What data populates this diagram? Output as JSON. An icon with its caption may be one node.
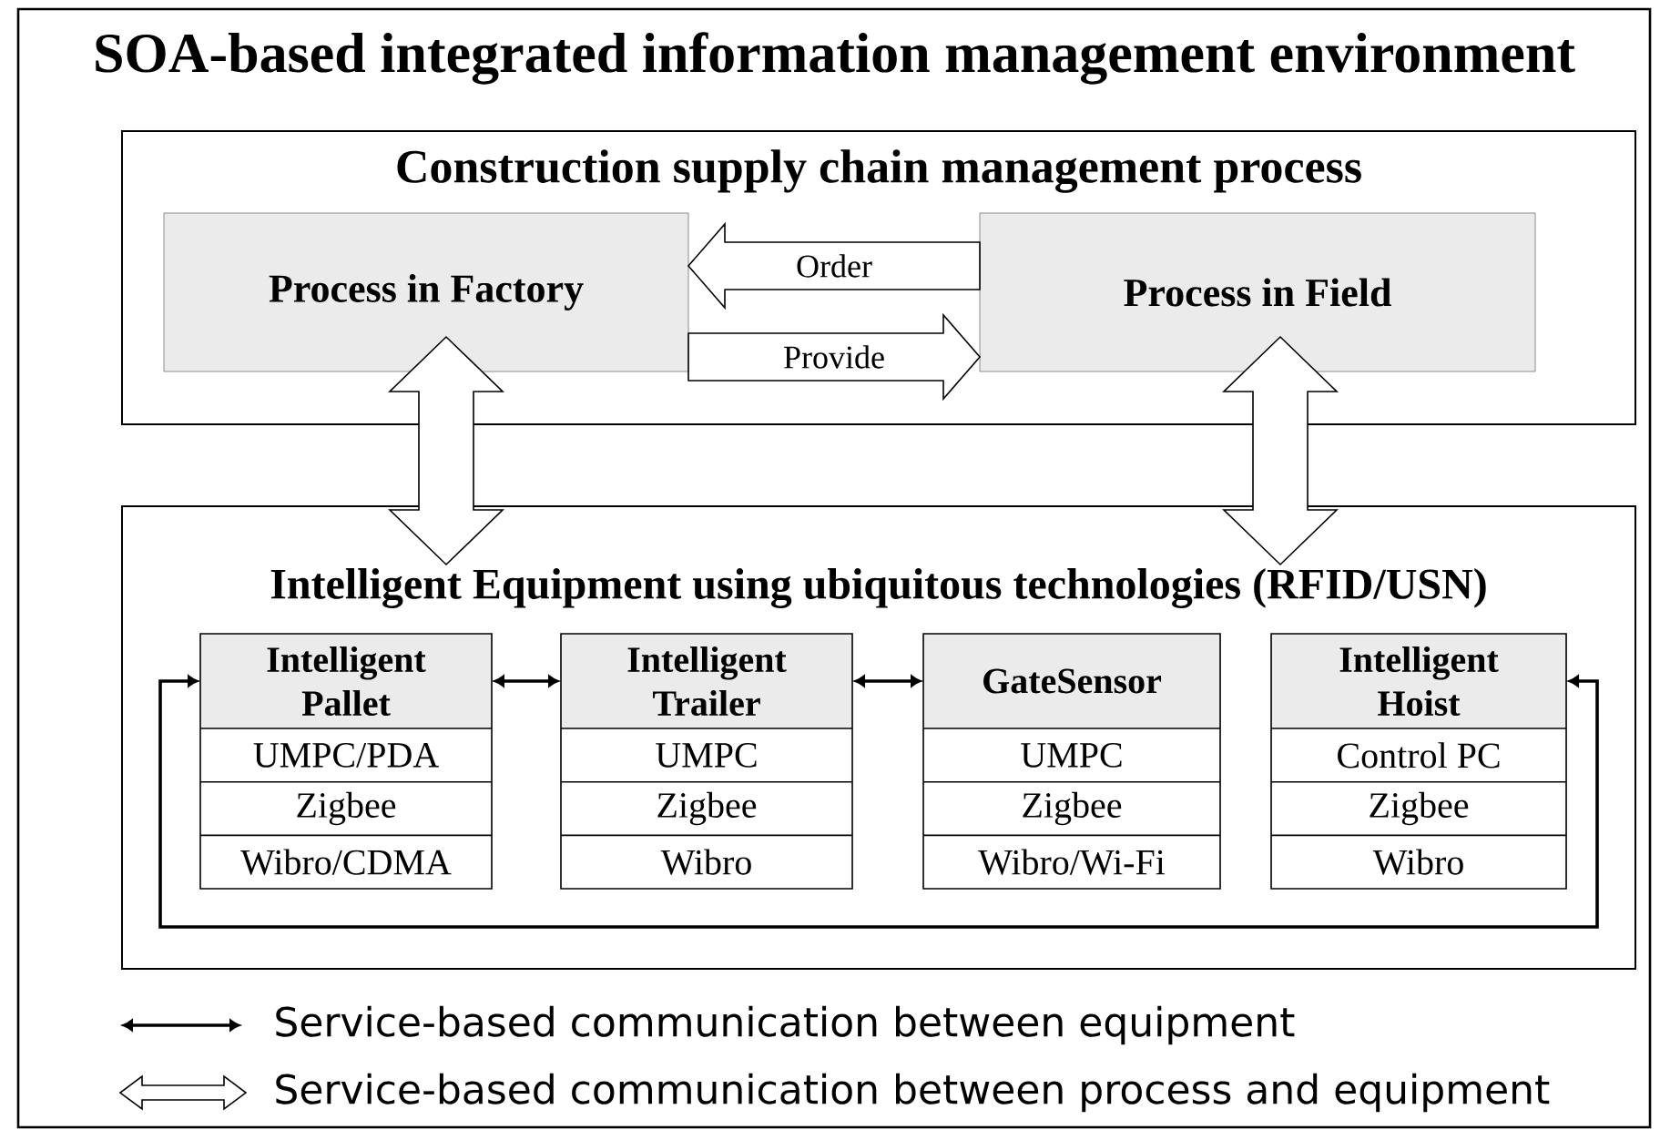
{
  "diagram": {
    "title": "SOA-based integrated information management environment",
    "nodes": [
      {
        "text": [
          "Construction supply chain management process"
        ]
      },
      {
        "text": [
          "Process in Factory"
        ],
        "in": 0
      },
      {
        "text": [
          "Process in Field"
        ],
        "in": 0
      },
      {
        "text": [
          "Intelligent Equipment using ubiquitous technologies (RFID/USN)"
        ]
      },
      {
        "text": [
          "Intelligent Pallet",
          "UMPC/PDA",
          "Zigbee",
          "Wibro/CDMA"
        ],
        "in": 3
      },
      {
        "text": [
          "Intelligent Trailer",
          "UMPC",
          "Zigbee",
          "Wibro"
        ],
        "in": 3
      },
      {
        "text": [
          "GateSensor",
          "UMPC",
          "Zigbee",
          "Wibro/Wi-Fi"
        ],
        "in": 3
      },
      {
        "text": [
          "Intelligent Hoist",
          "Control PC",
          "Zigbee",
          "Wibro"
        ],
        "in": 3
      }
    ],
    "edges": [
      {
        "from": 2,
        "to": 1,
        "arrow": "to",
        "label": "Order",
        "style": "thick"
      },
      {
        "from": 1,
        "to": 2,
        "arrow": "to",
        "label": "Provide",
        "style": "thick"
      },
      {
        "from": 1,
        "to": 3,
        "arrow": "both",
        "style": "thick"
      },
      {
        "from": 2,
        "to": 3,
        "arrow": "both",
        "style": "thick"
      },
      {
        "from": 4,
        "to": 5,
        "arrow": "both"
      },
      {
        "from": 5,
        "to": 6,
        "arrow": "both"
      },
      {
        "from": 7,
        "to": 4,
        "arrow": "both"
      }
    ],
    "legend": [
      {
        "text": "Service-based communication between equipment"
      },
      {
        "text": "Service-based communication between process and equipment"
      }
    ]
  }
}
